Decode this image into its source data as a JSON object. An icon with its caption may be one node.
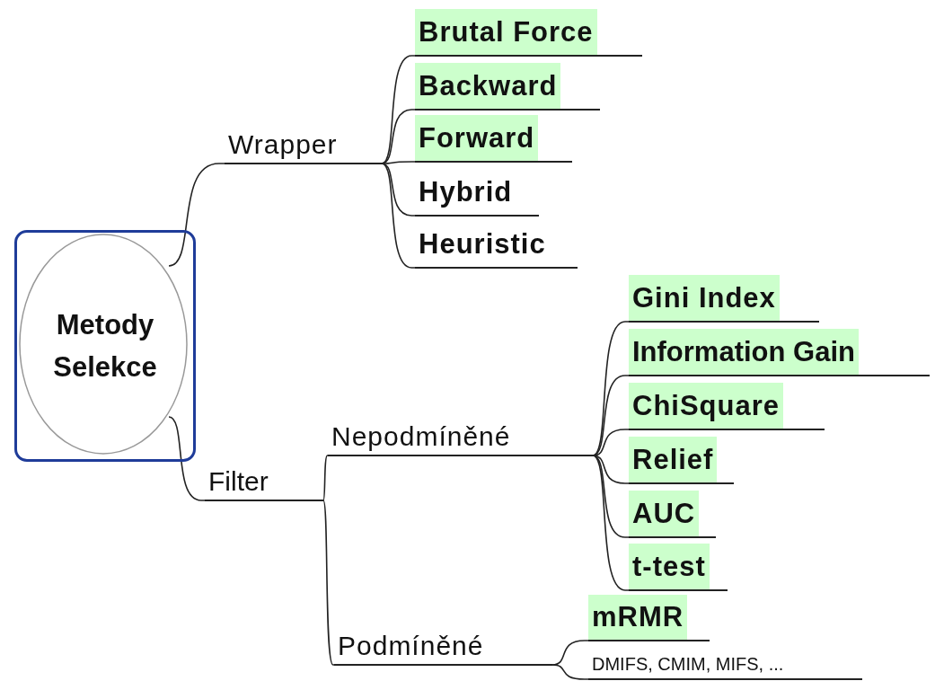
{
  "diagram": {
    "nodes": [
      {
        "text": [
          "Metody Selekce"
        ]
      },
      {
        "text": [
          "Wrapper"
        ]
      },
      {
        "text": [
          "Brutal Force"
        ]
      },
      {
        "text": [
          "Backward"
        ]
      },
      {
        "text": [
          "Forward"
        ]
      },
      {
        "text": [
          "Hybrid"
        ]
      },
      {
        "text": [
          "Heuristic"
        ]
      },
      {
        "text": [
          "Filter"
        ]
      },
      {
        "text": [
          "Nepodmíněné"
        ]
      },
      {
        "text": [
          "Gini Index"
        ]
      },
      {
        "text": [
          "Information Gain"
        ]
      },
      {
        "text": [
          "ChiSquare"
        ]
      },
      {
        "text": [
          "Relief"
        ]
      },
      {
        "text": [
          "AUC"
        ]
      },
      {
        "text": [
          "t-test"
        ]
      },
      {
        "text": [
          "Podmíněné"
        ]
      },
      {
        "text": [
          "mRMR"
        ]
      },
      {
        "text": [
          "DMIFS, CMIM, MIFS, ..."
        ]
      }
    ],
    "edges": [
      {
        "from": 0,
        "to": 1,
        "arrow": "none"
      },
      {
        "from": 0,
        "to": 7,
        "arrow": "none"
      },
      {
        "from": 1,
        "to": 2,
        "arrow": "none"
      },
      {
        "from": 1,
        "to": 3,
        "arrow": "none"
      },
      {
        "from": 1,
        "to": 4,
        "arrow": "none"
      },
      {
        "from": 1,
        "to": 5,
        "arrow": "none"
      },
      {
        "from": 1,
        "to": 6,
        "arrow": "none"
      },
      {
        "from": 7,
        "to": 8,
        "arrow": "none"
      },
      {
        "from": 7,
        "to": 15,
        "arrow": "none"
      },
      {
        "from": 8,
        "to": 9,
        "arrow": "none"
      },
      {
        "from": 8,
        "to": 10,
        "arrow": "none"
      },
      {
        "from": 8,
        "to": 11,
        "arrow": "none"
      },
      {
        "from": 8,
        "to": 12,
        "arrow": "none"
      },
      {
        "from": 8,
        "to": 13,
        "arrow": "none"
      },
      {
        "from": 8,
        "to": 14,
        "arrow": "none"
      },
      {
        "from": 15,
        "to": 16,
        "arrow": "none"
      },
      {
        "from": 15,
        "to": 17,
        "arrow": "none"
      }
    ]
  }
}
